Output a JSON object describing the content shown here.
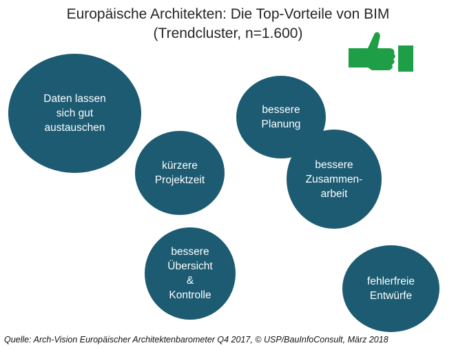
{
  "title": {
    "line1": "Europäische Architekten: Die Top-Vorteile von BIM",
    "line2": "(Trendcluster, n=1.600)"
  },
  "colors": {
    "bubble": "#1c5b72",
    "thumb": "#1e9e46",
    "text_on_bubble": "#ffffff"
  },
  "icon": "thumbs-up-icon",
  "bubbles": [
    {
      "id": "daten",
      "lines": [
        "Daten lassen",
        "sich gut",
        "austauschen"
      ]
    },
    {
      "id": "projektzeit",
      "lines": [
        "kürzere",
        "Projektzeit"
      ]
    },
    {
      "id": "planung",
      "lines": [
        "bessere",
        "Planung"
      ]
    },
    {
      "id": "zusammenarbeit",
      "lines": [
        "bessere",
        "Zusammen-",
        "arbeit"
      ]
    },
    {
      "id": "uebersicht",
      "lines": [
        "bessere",
        "Übersicht",
        "&",
        "Kontrolle"
      ]
    },
    {
      "id": "entwuerfe",
      "lines": [
        "fehlerfreie",
        "Entwürfe"
      ]
    }
  ],
  "source": "Quelle: Arch-Vision Europäischer Architektenbarometer Q4 2017, © USP/BauInfoConsult, März 2018"
}
